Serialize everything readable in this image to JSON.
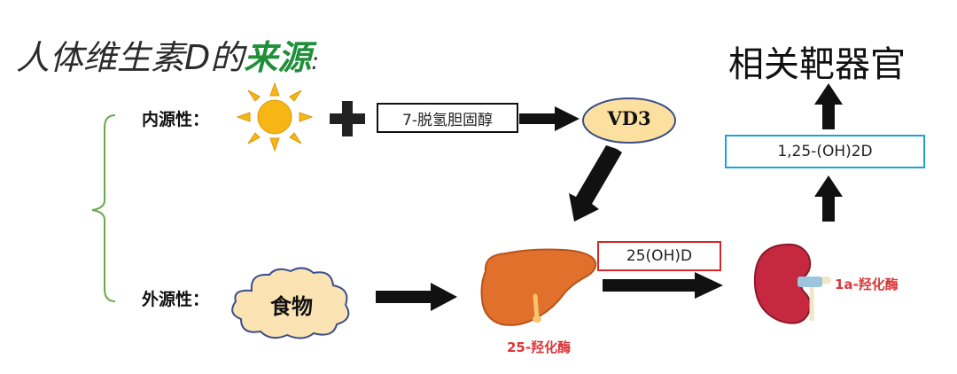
{
  "title": {
    "main": "人体维生素D的",
    "highlight": "来源",
    "colon": ":"
  },
  "branches": {
    "endogenous": "内源性：",
    "exogenous": "外源性："
  },
  "precursor": "7-脱氢胆固醇",
  "vd3": "VD3",
  "food": "食物",
  "liver_metabolite": "25(OH)D",
  "liver_enzyme": "25-羟化酶",
  "kidney_enzyme": "1a-羟化酶",
  "active_form": "1,25-(OH)2D",
  "target": "相关靶器官",
  "colors": {
    "title_highlight": "#1f8f3a",
    "bracket": "#6aa84f",
    "sun": "#f7b516",
    "liver": "#e0702c",
    "kidney": "#c6293f",
    "enzyme_text": "#d9383a",
    "box_red": "#d62728",
    "box_blue": "#1fa3d6",
    "vd3_fill": "#fbe0a0"
  }
}
